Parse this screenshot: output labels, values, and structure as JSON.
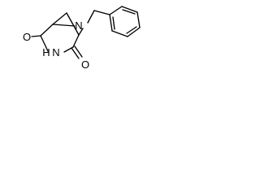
{
  "molecule": {
    "atoms": {
      "bridge_nitrogen": "N",
      "amide_nitrogen": "N",
      "amide_hydrogen": "H",
      "upper_oxygen": "O",
      "lower_oxygen": "O"
    }
  },
  "colors": {
    "bond": "#000000",
    "text": "#000000",
    "background": "#ffffff"
  }
}
